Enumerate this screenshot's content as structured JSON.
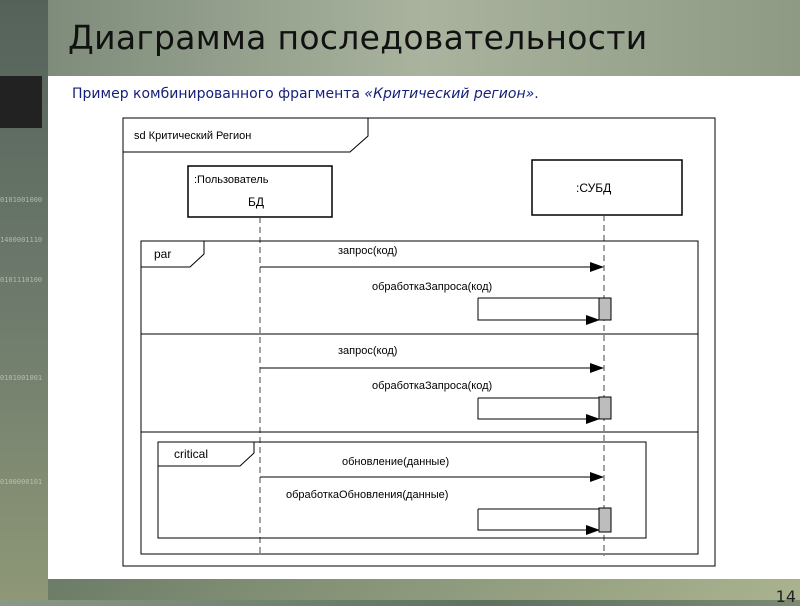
{
  "slide": {
    "title": "Диаграмма последовательности",
    "subtitle_prefix": "Пример комбинированного фрагмента ",
    "subtitle_italic": "«Критический регион»",
    "subtitle_suffix": ".",
    "page_number": "14"
  },
  "decor": {
    "binary_lines": [
      "0101001000",
      "1400001110",
      "0101110100",
      "0101001001",
      "0100000101"
    ]
  },
  "diagram": {
    "frame_label": "sd  Критический Регион",
    "lifelines": {
      "user_line1": ":Пользователь",
      "user_line2": "БД",
      "dbms": ":СУБД"
    },
    "fragments": {
      "par": "par",
      "critical": "critical"
    },
    "messages": {
      "m1": "запрос(код)",
      "m2": "обработкаЗапроса(код)",
      "m3": "запрос(код)",
      "m4": "обработкаЗапроса(код)",
      "m5": "обновление(данные)",
      "m6": "обработкаОбновления(данные)"
    }
  }
}
